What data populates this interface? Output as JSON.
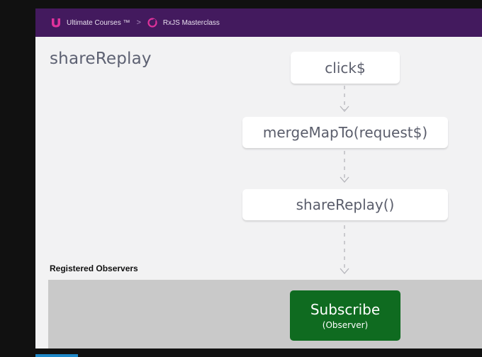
{
  "header": {
    "brand": "Ultimate Courses ™",
    "separator": ">",
    "course": "RxJS Masterclass",
    "background_color": "#431a5e",
    "brand_icon": "u-logo-icon",
    "course_icon": "rxjs-logo-icon"
  },
  "slide": {
    "title": "shareReplay",
    "boxes": [
      {
        "label": "click$"
      },
      {
        "label": "mergeMapTo(request$)"
      },
      {
        "label": "shareReplay()"
      }
    ],
    "observers_label": "Registered Observers",
    "subscribe": {
      "label": "Subscribe",
      "sublabel": "(Observer)",
      "color": "#0f6b20"
    }
  }
}
